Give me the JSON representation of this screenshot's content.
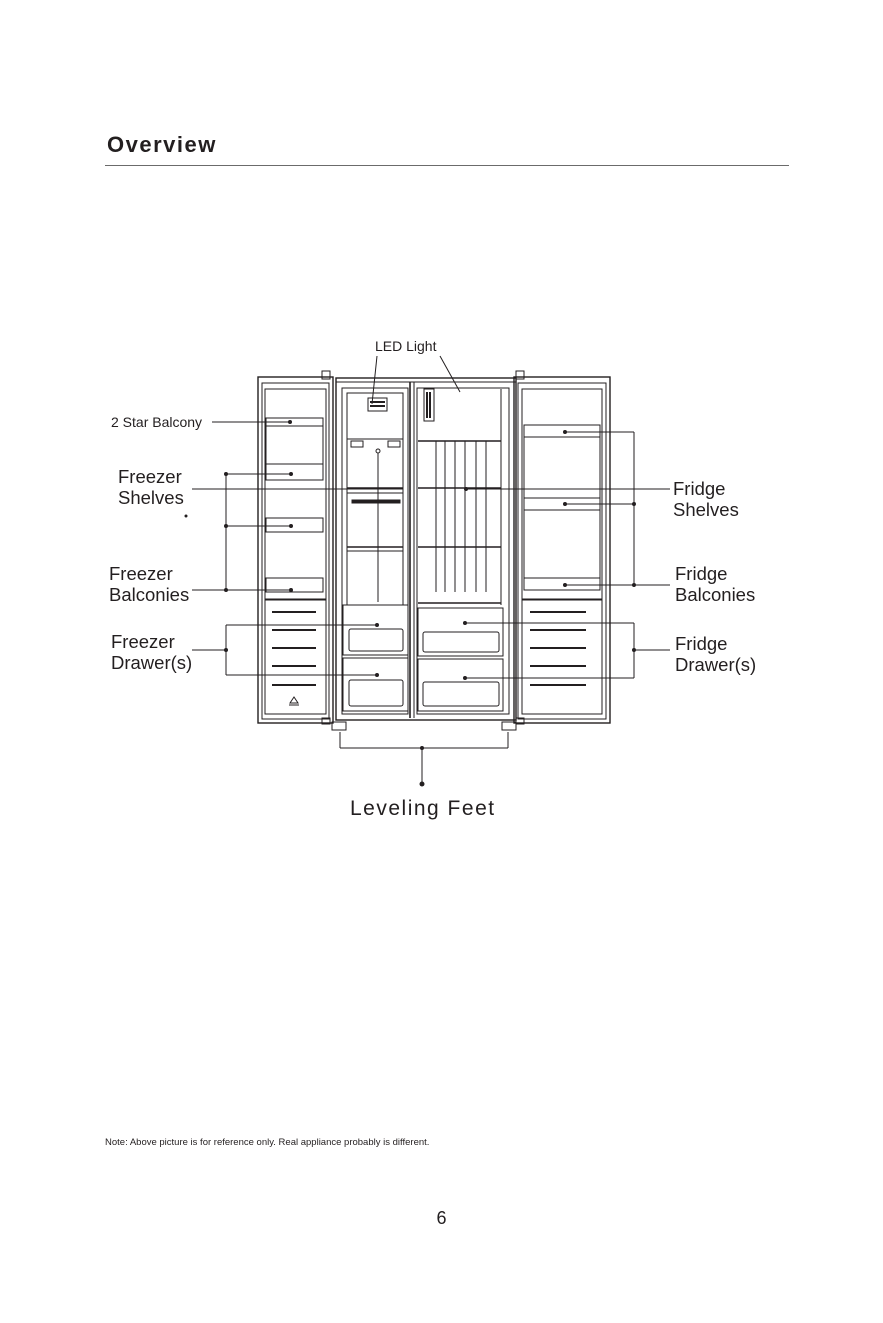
{
  "page": {
    "title": "Overview",
    "note": "Note: Above picture is for reference only. Real appliance probably is different.",
    "page_number": "6"
  },
  "diagram": {
    "labels": {
      "led_light": "LED Light",
      "star_balcony": "2 Star Balcony",
      "freezer_shelves": [
        "Freezer",
        "Shelves"
      ],
      "freezer_balconies": [
        "Freezer",
        "Balconies"
      ],
      "freezer_drawers": [
        "Freezer",
        "Drawer(s)"
      ],
      "fridge_shelves": [
        "Fridge",
        "Shelves"
      ],
      "fridge_balconies": [
        "Fridge",
        "Balconies"
      ],
      "fridge_drawers": [
        "Fridge",
        "Drawer(s)"
      ],
      "leveling_feet": "Leveling Feet"
    }
  }
}
